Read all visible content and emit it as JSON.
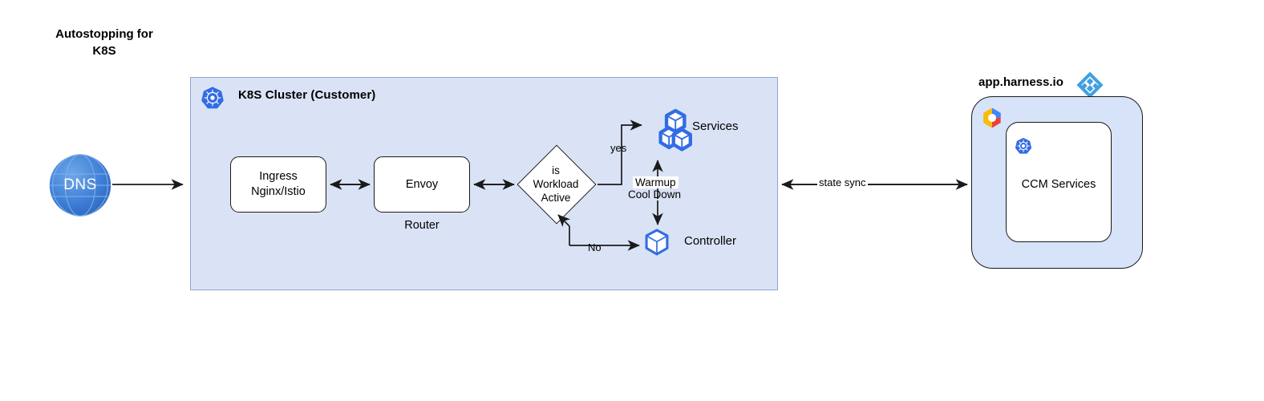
{
  "title": "Autostopping for\nK8S",
  "cluster": {
    "title": "K8S Cluster (Customer)",
    "icon": "kubernetes-icon"
  },
  "nodes": {
    "dns": {
      "label": "DNS",
      "icon": "globe-icon"
    },
    "ingress": {
      "label": "Ingress\nNginx/Istio"
    },
    "envoy": {
      "label": "Envoy",
      "sublabel": "Router"
    },
    "decision": {
      "label": "is\nWorkload\nActive"
    },
    "services": {
      "label": "Services",
      "icon": "kubernetes-pods-icon"
    },
    "controller": {
      "label": "Controller",
      "icon": "kubernetes-pod-icon"
    }
  },
  "edges": {
    "yes": "yes",
    "no": "No",
    "state_sync": "state sync",
    "warmup": "Warmup",
    "cooldown": "Cool Down"
  },
  "harness": {
    "title": "app.harness.io",
    "logo": "harness-logo-icon",
    "cloud_icon": "google-cloud-icon",
    "inner_icon": "kubernetes-icon",
    "ccm_label": "CCM Services"
  },
  "colors": {
    "cluster_bg": "#dae3f5",
    "cluster_border": "#8fa5d0",
    "harness_bg": "#d6e3f8",
    "k8s_blue": "#326ce5",
    "harness_blue": "#3fa0e0",
    "dns_blue": "#3a7bd5",
    "edge": "#1a1a1a"
  }
}
